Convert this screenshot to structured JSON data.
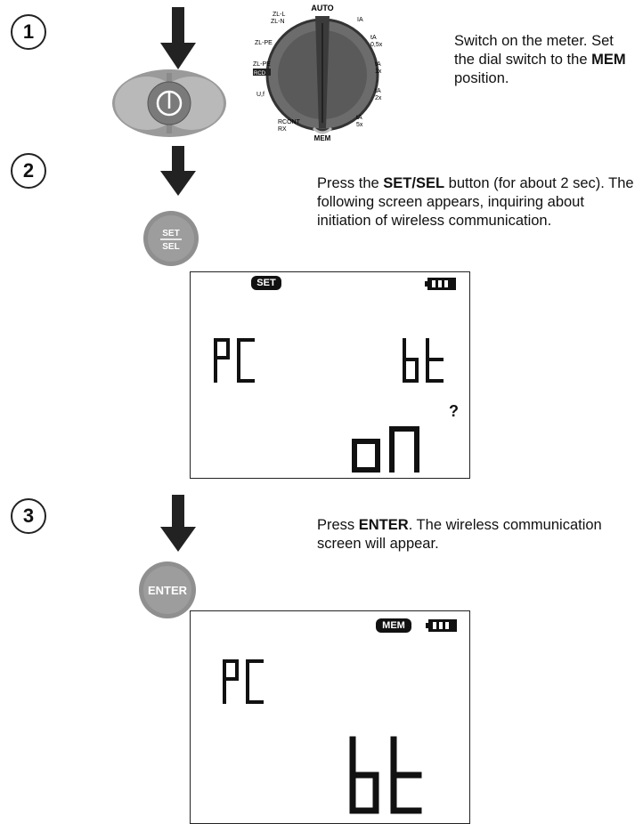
{
  "steps": [
    {
      "number": "1",
      "parts": [
        {
          "text": "Switch on the meter. Set the dial switch to the ",
          "bold": false
        },
        {
          "text": "MEM",
          "bold": true
        },
        {
          "text": " position.",
          "bold": false
        }
      ]
    },
    {
      "number": "2",
      "button_label_top": "SET",
      "button_label_bottom": "SEL",
      "parts": [
        {
          "text": "Press the ",
          "bold": false
        },
        {
          "text": "SET/SEL",
          "bold": true
        },
        {
          "text": " button (for about 2 sec). The following screen appears, inquiring about initiation of wireless communication.",
          "bold": false
        }
      ]
    },
    {
      "number": "3",
      "button_label": "ENTER",
      "parts": [
        {
          "text": "Press ",
          "bold": false
        },
        {
          "text": "ENTER",
          "bold": true
        },
        {
          "text": ". The wireless communication screen will appear.",
          "bold": false
        }
      ]
    }
  ],
  "dial": {
    "labels": [
      "AUTO",
      "IA",
      "tA 0,5x",
      "tA 1x",
      "tA 2x",
      "tA 5x",
      "MEM",
      "RCONT RX",
      "U,f",
      "ZL-PE RCD",
      "ZL-PE",
      "ZL-L ZL-N"
    ]
  },
  "screen1": {
    "indicator": "SET",
    "left_text": "PC",
    "right_text": "bt",
    "question": "?",
    "bottom_text": "on"
  },
  "screen2": {
    "indicator": "MEM",
    "left_text": "PC",
    "bottom_text": "bt"
  }
}
